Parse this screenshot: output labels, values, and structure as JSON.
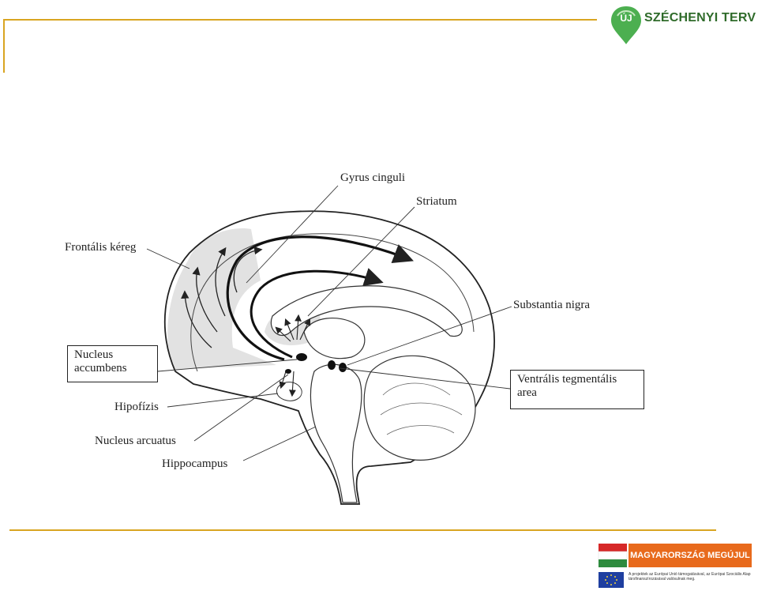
{
  "header": {
    "logo_pin_text": "ÚJ",
    "logo_text": "SZÉCHENYI TERV"
  },
  "diagram": {
    "labels": {
      "gyrus_cinguli": "Gyrus cinguli",
      "striatum": "Striatum",
      "frontalis_kereg": "Frontális kéreg",
      "substantia_nigra": "Substantia nigra",
      "nucleus_accumbens_line1": "Nucleus",
      "nucleus_accumbens_line2": "accumbens",
      "ventralis_line1": "Ventrális tegmentális",
      "ventralis_line2": "area",
      "hipofizis": "Hipofízis",
      "nucleus_arcuatus": "Nucleus arcuatus",
      "hippocampus": "Hippocampus"
    }
  },
  "footer": {
    "badge_title": "MAGYARORSZÁG MEGÚJUL",
    "badge_note": "A projektek az Európai Unió támogatásával, az Európai Szociális Alap társfinanszírozásával valósulnak meg.",
    "colors": {
      "gold": "#d9a521",
      "green": "#4caf50",
      "orange": "#e86a1c"
    }
  }
}
